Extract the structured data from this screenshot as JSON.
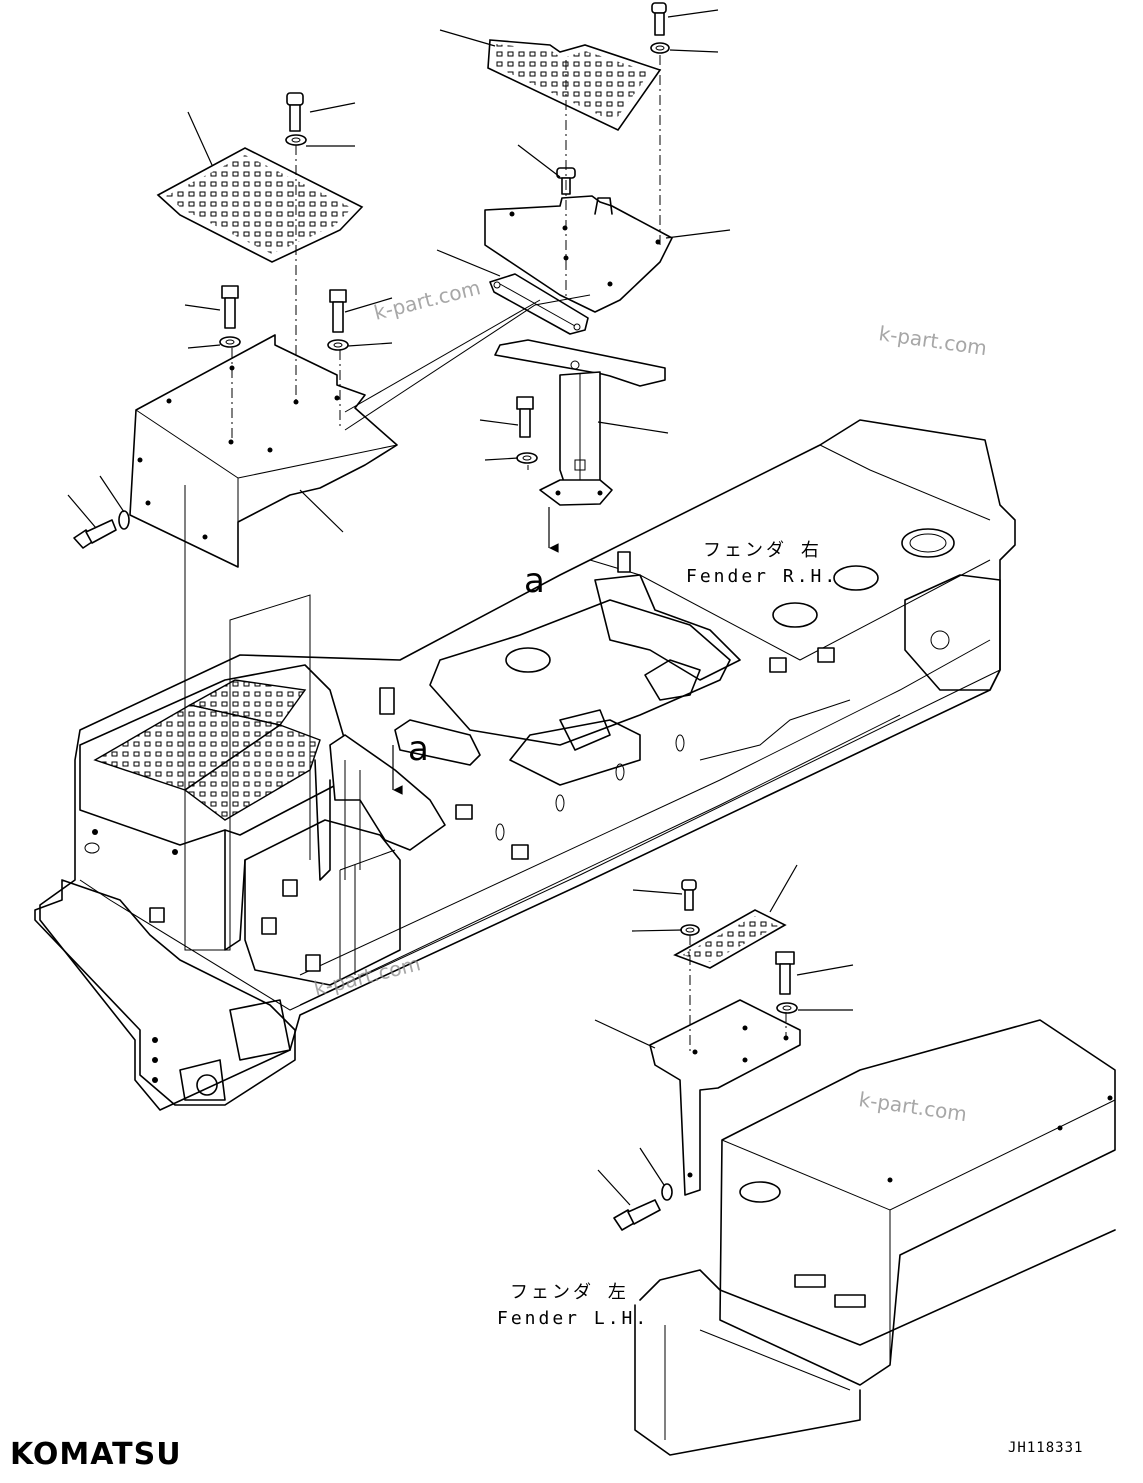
{
  "labels": {
    "fender_rh_jp": "フェンダ 右",
    "fender_rh_en": "Fender R.H.",
    "fender_lh_jp": "フェンダ 左",
    "fender_lh_en": "Fender L.H."
  },
  "arrows": {
    "view_a_top": "a",
    "view_a_mid": "a"
  },
  "watermarks": [
    "k-part.com",
    "k-part.com",
    "k-part.com",
    "k-part.com"
  ],
  "brand": "KOMATSU",
  "drawing_code": "JH118331"
}
